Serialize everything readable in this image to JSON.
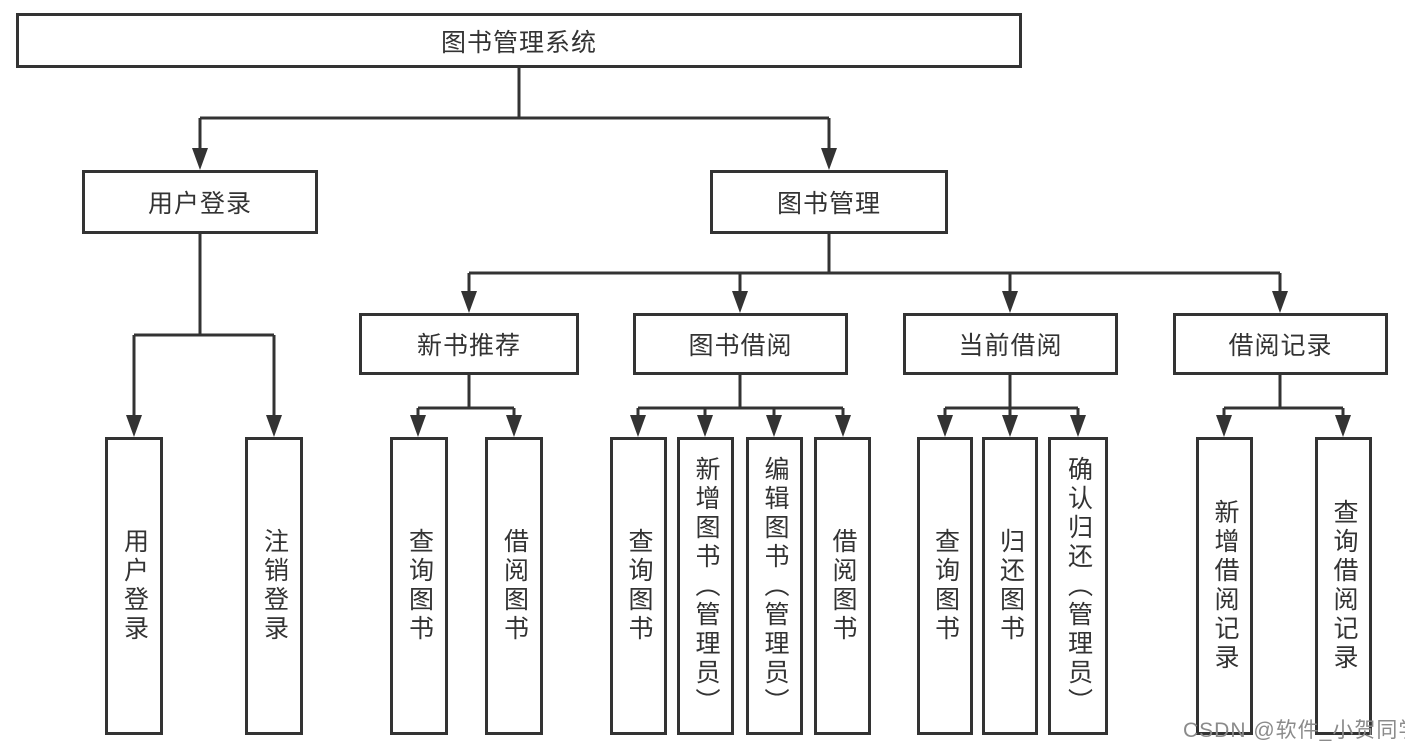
{
  "diagram": {
    "root": {
      "label": "图书管理系统"
    },
    "level2": [
      {
        "label": "用户登录"
      },
      {
        "label": "图书管理"
      }
    ],
    "level3": [
      {
        "label": "新书推荐"
      },
      {
        "label": "图书借阅"
      },
      {
        "label": "当前借阅"
      },
      {
        "label": "借阅记录"
      }
    ],
    "leaves": [
      {
        "label": "用户登录"
      },
      {
        "label": "注销登录"
      },
      {
        "label": "查询图书"
      },
      {
        "label": "借阅图书"
      },
      {
        "label": "查询图书"
      },
      {
        "label": "新增图书（管理员）"
      },
      {
        "label": "编辑图书（管理员）"
      },
      {
        "label": "借阅图书"
      },
      {
        "label": "查询图书"
      },
      {
        "label": "归还图书"
      },
      {
        "label": "确认归还（管理员）"
      },
      {
        "label": "新增借阅记录"
      },
      {
        "label": "查询借阅记录"
      }
    ]
  },
  "watermark": {
    "text": "CSDN @软件_小贺同学"
  },
  "colors": {
    "line": "#333333",
    "border": "#333333",
    "text": "#333333",
    "watermark": "#8b8b8b",
    "background": "#ffffff"
  }
}
